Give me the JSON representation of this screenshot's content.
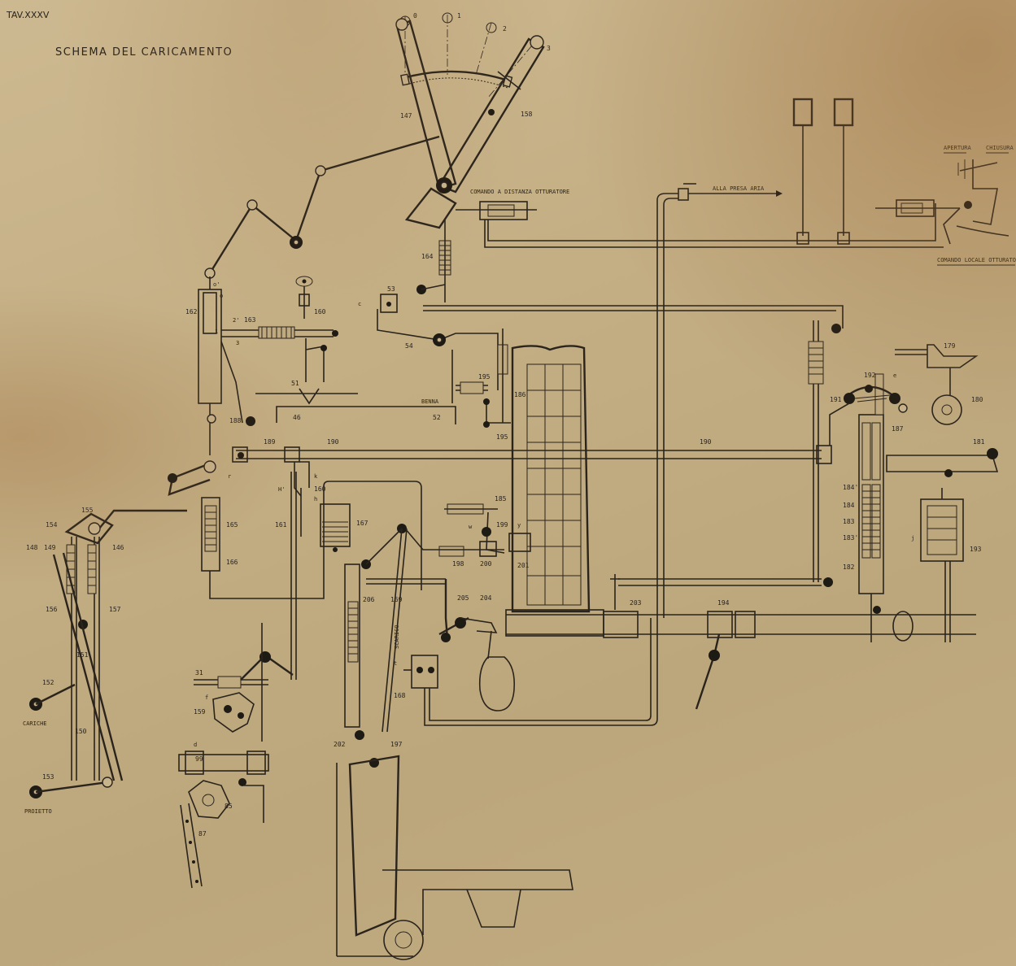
{
  "sheet": {
    "plate": "TAV.XXXV",
    "title": "SCHEMA DEL CARICAMENTO"
  },
  "notes": {
    "remote": "COMANDO A DISTANZA OTTURATORE",
    "air": "ALLA PRESA ARIA",
    "open": "APERTURA",
    "close": "CHIUSURA",
    "local": "COMANDO LOCALE OTTURATORE",
    "benna": "BENNA",
    "cariche": "CARICHE",
    "proietto": "PROIETTO",
    "scarico": "SCARICO"
  },
  "sector_marks": [
    "0",
    "1",
    "2",
    "3"
  ],
  "letters": {
    "o": "o",
    "oprime": "o'",
    "r1": "r",
    "r2": "r",
    "s": "s",
    "k": "k",
    "h": "h",
    "hprime": "H'",
    "w": "w",
    "y": "y",
    "t": "t",
    "e": "e",
    "j": "j",
    "f": "f",
    "d": "d",
    "c": "c",
    "two": "2",
    "twoprime": "2'",
    "three": "3",
    "one": "1"
  },
  "parts": {
    "p147": "147",
    "p158": "158",
    "p164": "164",
    "p53": "53",
    "p54": "54",
    "p160a": "160",
    "p162": "162",
    "p163": "163",
    "p51": "51",
    "p46": "46",
    "p52": "52",
    "p195a": "195",
    "p186": "186",
    "p195b": "195",
    "p188": "188",
    "p189": "189",
    "p190a": "190",
    "p190b": "190",
    "p165": "165",
    "p166": "166",
    "p160b": "160",
    "p161": "161",
    "p167": "167",
    "p185": "185",
    "p199": "199",
    "p198": "198",
    "p200": "200",
    "p201": "201",
    "p155": "155",
    "p154": "154",
    "p148": "148",
    "p149": "149",
    "p146": "146",
    "p156": "156",
    "p157": "157",
    "p151": "151",
    "p152": "152",
    "p150": "150",
    "p153": "153",
    "p31": "31",
    "p159": "159",
    "p99": "99",
    "p85": "85",
    "p87": "87",
    "p206": "206",
    "p169": "169",
    "p205": "205",
    "p204": "204",
    "p203": "203",
    "p194": "194",
    "p168": "168",
    "p202": "202",
    "p197": "197",
    "p192": "192",
    "p191": "191",
    "p187": "187",
    "p179": "179",
    "p180": "180",
    "p181": "181",
    "p184prime": "184'",
    "p184": "184",
    "p183": "183",
    "p183prime": "183'",
    "p182": "182",
    "p193": "193"
  }
}
